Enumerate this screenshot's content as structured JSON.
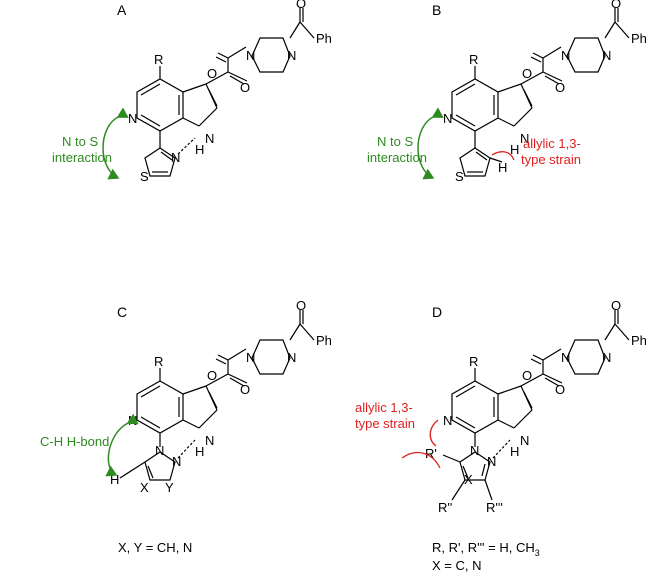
{
  "panels": {
    "A": {
      "label": "A",
      "annotation": [
        "N to S",
        "interaction"
      ],
      "substituent": "R",
      "ph": "Ph"
    },
    "B": {
      "label": "B",
      "annotation": [
        "N to S",
        "interaction"
      ],
      "strain": [
        "allylic 1,3-",
        "type strain"
      ],
      "substituent": "R",
      "ph": "Ph"
    },
    "C": {
      "label": "C",
      "annotation": [
        "C-H H-bond"
      ],
      "substituent": "R",
      "ph": "Ph",
      "caption": "X, Y = CH, N"
    },
    "D": {
      "label": "D",
      "strain": [
        "allylic 1,3-",
        "type strain"
      ],
      "substituent": "R",
      "ph": "Ph",
      "r1": "R'",
      "r2": "R''",
      "r3": "R'''",
      "caption1": "R, R', R''' = H, CH",
      "caption1_sub": "3",
      "caption2": "X = C, N"
    }
  },
  "colors": {
    "annotation": "#2e8b20",
    "strain": "#e02020"
  }
}
